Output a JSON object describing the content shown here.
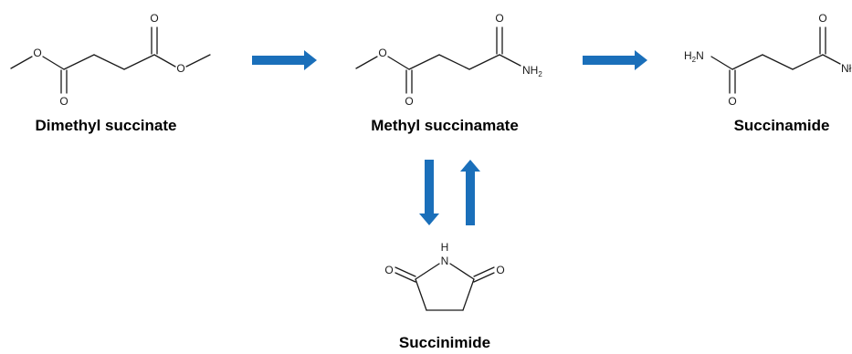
{
  "colors": {
    "arrow": "#1a6fba",
    "bond": "#1a1a1a",
    "text": "#000000"
  },
  "compounds": {
    "dimethyl_succinate": {
      "name": "Dimethyl succinate",
      "atoms": {
        "o_top": "O",
        "o_bottom": "O",
        "o_left": "O",
        "o_right": "O"
      }
    },
    "methyl_succinamate": {
      "name": "Methyl succinamate",
      "atoms": {
        "o_ester": "O",
        "o_carbonyl": "O",
        "o_amide": "O",
        "n": "NH",
        "n_sub": "2"
      }
    },
    "succinamide": {
      "name": "Succinamide",
      "atoms": {
        "n_left": "H",
        "n_left_sub": "2",
        "n_left_main": "N",
        "o_bottom": "O",
        "o_top": "O",
        "n_right": "Nł"
      }
    },
    "succinimide": {
      "name": "Succinimide",
      "atoms": {
        "h": "H",
        "n": "N",
        "o_left": "O",
        "o_right": "O"
      }
    }
  },
  "arrows": [
    {
      "id": "arrow-dimethyl-to-methyl",
      "direction": "right"
    },
    {
      "id": "arrow-methyl-to-succinamide",
      "direction": "right"
    },
    {
      "id": "arrow-methyl-to-succinimide",
      "direction": "down"
    },
    {
      "id": "arrow-succinimide-to-methyl",
      "direction": "up"
    }
  ]
}
